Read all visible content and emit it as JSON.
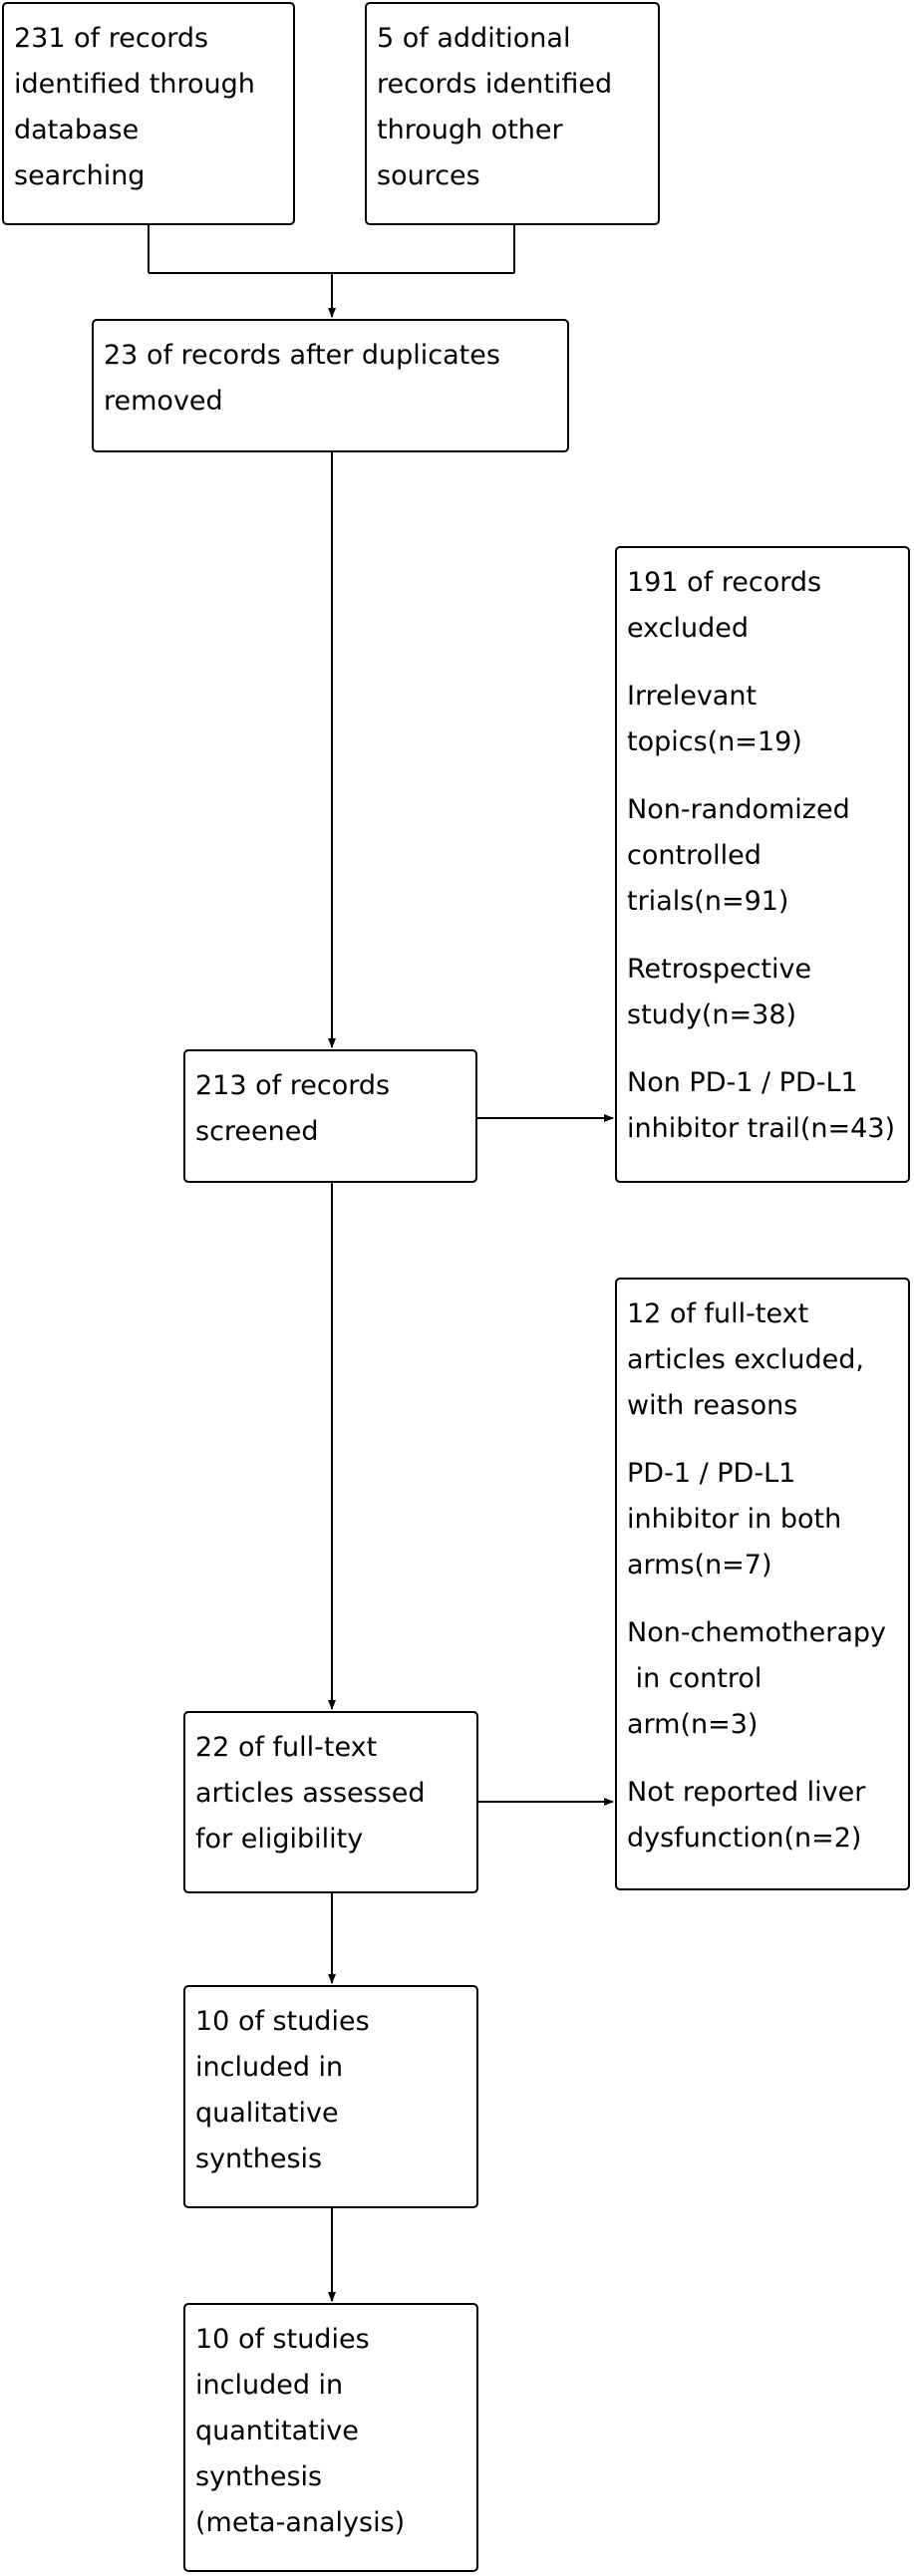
{
  "diagram": {
    "line_color": "#000000",
    "box_db_search": {
      "lines": [
        "231 of records",
        "identified through",
        "database",
        "searching"
      ]
    },
    "box_other_sources": {
      "lines": [
        "5 of additional",
        "records identified",
        "through other",
        "sources"
      ]
    },
    "box_after_duplicates": {
      "lines": [
        "23 of records after duplicates",
        "removed"
      ]
    },
    "box_records_excluded": {
      "groups": [
        [
          "191 of records",
          "excluded"
        ],
        [
          "Irrelevant",
          "topics(n=19)"
        ],
        [
          "Non-randomized",
          "controlled",
          "trials(n=91)"
        ],
        [
          "Retrospective",
          "study(n=38)"
        ],
        [
          "Non PD-1 / PD-L1",
          "inhibitor trail(n=43)"
        ]
      ]
    },
    "box_screened": {
      "lines": [
        "213 of records",
        "screened"
      ]
    },
    "box_fulltext_excluded": {
      "groups": [
        [
          "12 of full-text",
          "articles excluded,",
          "with reasons"
        ],
        [
          "PD-1 / PD-L1",
          "inhibitor in both",
          "arms(n=7)"
        ],
        [
          "Non-chemotherapy",
          " in control",
          "arm(n=3)"
        ],
        [
          "Not reported liver",
          "dysfunction(n=2)"
        ]
      ]
    },
    "box_assessed": {
      "lines": [
        "22 of full-text",
        "articles assessed",
        "for eligibility"
      ]
    },
    "box_qualitative": {
      "lines": [
        "10 of studies",
        "included in",
        "qualitative",
        "synthesis"
      ]
    },
    "box_quantitative": {
      "lines": [
        "10 of studies",
        "included in",
        "quantitative",
        "synthesis",
        "(meta-analysis)"
      ]
    }
  }
}
